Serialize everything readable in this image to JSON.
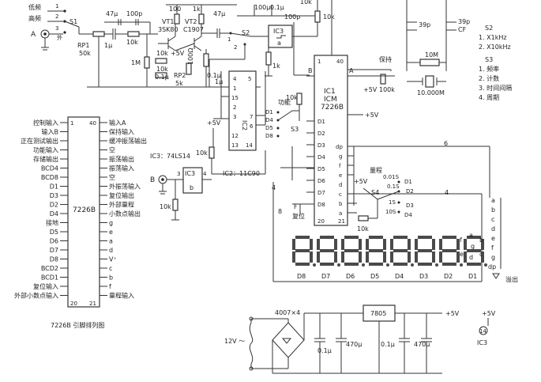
{
  "switch_s1": {
    "low_freq": "低频",
    "high_freq": "高频",
    "ref": "S1",
    "pin1": "1",
    "pin2": "2",
    "pin3": "3",
    "input_a": "A",
    "external": "外"
  },
  "input_stage": {
    "c1": "47μ",
    "c2": "100p",
    "c3": "1μ",
    "r1": "10k",
    "rp1": "RP1",
    "rp1_val": "50k",
    "r_1m": "1M"
  },
  "vt1": {
    "ref": "VT1",
    "model": "3SK80"
  },
  "vt2": {
    "ref": "VT2",
    "model": "C1907"
  },
  "bias": {
    "r100": "100",
    "r1k": "1k",
    "c47": "47μ",
    "r10k_a": "10k",
    "r10k_b": "10k",
    "c01": "0.1μ",
    "rp2": "RP2",
    "rp2_val": "5k",
    "r100ohm": "100Ω",
    "v5": "+5V",
    "c_1u": "1μ",
    "c_01b": "0.1μ"
  },
  "switch_s2": {
    "ref": "S2",
    "pin1": "1",
    "pin2": "2",
    "note_title": "S2",
    "opt1": "1. X1kHz",
    "opt2": "2. X10kHz"
  },
  "ic3a": {
    "ref": "IC3",
    "unit": "a",
    "c100u": "100μ",
    "c01": "0.1μ",
    "c100p": "100p",
    "r10k": "10k",
    "r10k_b": "10k",
    "r1k": "1k"
  },
  "ic2": {
    "ref": "IC2",
    "pins": [
      "4",
      "5",
      "1",
      "15",
      "2",
      "3",
      "12",
      "13",
      "14",
      "7",
      "6"
    ],
    "label": "IC2：11C90",
    "r10k": "10k",
    "v5": "+5V"
  },
  "ic3b": {
    "ref": "IC3",
    "unit": "b",
    "label": "IC3：74LS14",
    "input_b": "B",
    "pin3": "3",
    "pin4": "4",
    "r10k": "10k"
  },
  "crystal": {
    "c39p": "39p",
    "c39p_cf": "39p",
    "cf": "CF",
    "r10m": "10M",
    "xtal": "10.000M",
    "r100k": "100k",
    "hold": "保持",
    "v5": "+5V"
  },
  "s3_note": {
    "title": "S3",
    "opt1": "1. 频率",
    "opt2": "2. 计数",
    "opt3": "3. 时间间隔",
    "opt4": "4. 周期"
  },
  "ic1": {
    "ref": "IC1",
    "model1": "ICM",
    "model2": "7226B",
    "pin1": "1",
    "pin40": "40",
    "pin20": "20",
    "pin21": "21",
    "left_pins": [
      "D1",
      "D2",
      "D3",
      "D4",
      "D5",
      "D6",
      "D7",
      "D8"
    ],
    "right_pins": [
      "dp",
      "g",
      "f",
      "e",
      "d",
      "c",
      "b",
      "a"
    ],
    "a_label": "A",
    "b_label": "B",
    "v5": "+5V"
  },
  "s3": {
    "ref": "S3",
    "func": "功能",
    "r10k": "10k",
    "d_labels": [
      "D1",
      "D4",
      "D5",
      "D8"
    ]
  },
  "s4": {
    "ref": "S4",
    "range": "量程",
    "v5": "+5V",
    "opts": [
      "0.01S",
      "0.1S",
      "1S",
      "10S"
    ],
    "d_labels": [
      "D1",
      "D2",
      "D3",
      "D4"
    ],
    "r10k": "10k"
  },
  "reset": {
    "label": "复位",
    "mark": "F"
  },
  "bus": {
    "n6": "6",
    "n4a": "4",
    "n4b": "4",
    "n8": "8"
  },
  "display": {
    "count": 8,
    "digit_labels": [
      "D8",
      "D7",
      "D6",
      "D5",
      "D4",
      "D3",
      "D2",
      "D1"
    ],
    "seg_letters": [
      "a",
      "b",
      "c",
      "d",
      "e",
      "f",
      "g",
      "dp"
    ],
    "overflow": "溢出"
  },
  "pinout": {
    "chip": "7226B",
    "top_left_pin": "1",
    "top_right_pin": "40",
    "bottom_left_pin": "20",
    "bottom_right_pin": "21",
    "left": [
      "控制输入",
      "输入B",
      "正在测试输出",
      "功能输入",
      "存储输出",
      "BCD4",
      "BCD8",
      "D1",
      "D3",
      "D2",
      "D4",
      "接地",
      "D5",
      "D6",
      "D7",
      "D8",
      "BCD2",
      "BCD1",
      "复位输入",
      "外部小数点输入"
    ],
    "right": [
      "输入A",
      "保持输入",
      "缓冲振荡输出",
      "空",
      "振荡输出",
      "振荡输入",
      "空",
      "外振荡输入",
      "复位输出",
      "外部量程",
      "小数点输出",
      "g",
      "e",
      "a",
      "d",
      "V⁺",
      "c",
      "b",
      "f",
      "量程输入"
    ],
    "caption": "7226B 引脚排列图"
  },
  "power": {
    "bridge": "4007×4",
    "regulator": "7805",
    "vin": "12V ～",
    "c01a": "0.1μ",
    "c470a": "470μ",
    "c01b": "0.1μ",
    "c470b": "470μ",
    "v5": "+5V",
    "v5_ic": "+5V",
    "pin14": "14",
    "ic3": "IC3"
  }
}
